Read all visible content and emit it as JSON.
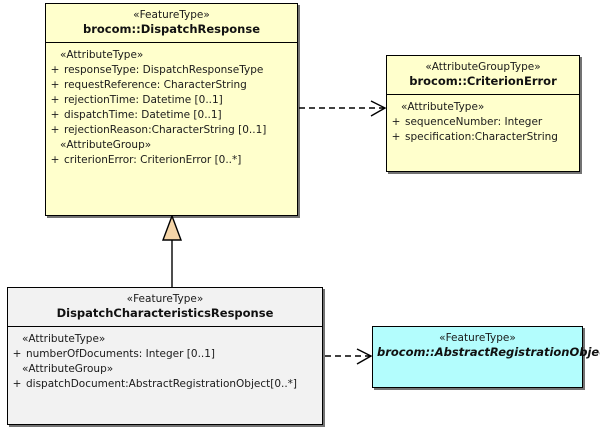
{
  "diagram": {
    "type": "uml-class-diagram",
    "background": "#ffffff",
    "colors": {
      "feature_type_fill": "#ffffcc",
      "attribute_group_type_fill": "#ffffcc",
      "subclass_fill": "#f2f2f2",
      "abstract_fill": "#b3fdfd",
      "border": "#000000",
      "generalization_arrow_fill": "#f5d5a8",
      "line": "#000000"
    }
  },
  "classes": {
    "dispatch_response": {
      "stereotype": "«FeatureType»",
      "name": "brocom::DispatchResponse",
      "sections": [
        {
          "group": "«AttributeType»",
          "attributes": [
            {
              "visibility": "+",
              "text": "responseType: DispatchResponseType"
            },
            {
              "visibility": "+",
              "text": "requestReference: CharacterString"
            },
            {
              "visibility": "+",
              "text": "rejectionTime: Datetime [0..1]"
            },
            {
              "visibility": "+",
              "text": "dispatchTime: Datetime [0..1]"
            },
            {
              "visibility": "+",
              "text": "rejectionReason:CharacterString [0..1]"
            }
          ]
        },
        {
          "group": "«AttributeGroup»",
          "attributes": [
            {
              "visibility": "+",
              "text": "criterionError: CriterionError [0..*]"
            }
          ]
        }
      ]
    },
    "criterion_error": {
      "stereotype": "«AttributeGroupType»",
      "name": "brocom::CriterionError",
      "sections": [
        {
          "group": "«AttributeType»",
          "attributes": [
            {
              "visibility": "+",
              "text": "sequenceNumber: Integer"
            },
            {
              "visibility": "+",
              "text": "specification:CharacterString"
            }
          ]
        }
      ]
    },
    "dispatch_characteristics_response": {
      "stereotype": "«FeatureType»",
      "name": "DispatchCharacteristicsResponse",
      "sections": [
        {
          "group": "«AttributeType»",
          "attributes": [
            {
              "visibility": "+",
              "text": "numberOfDocuments: Integer [0..1]"
            }
          ]
        },
        {
          "group": "«AttributeGroup»",
          "attributes": [
            {
              "visibility": "+",
              "text": "dispatchDocument:AbstractRegistrationObject[0..*]"
            }
          ]
        }
      ]
    },
    "abstract_registration_object": {
      "stereotype": "«FeatureType»",
      "name": "brocom::AbstractRegistrationObject"
    }
  },
  "connectors": [
    {
      "id": "generalization",
      "kind": "generalization",
      "from": "dispatch_characteristics_response",
      "to": "dispatch_response",
      "style": "solid-line-hollow-triangle"
    },
    {
      "id": "dependency-criterion-error",
      "kind": "dependency",
      "from": "dispatch_response",
      "to": "criterion_error",
      "style": "dashed-line-open-arrow"
    },
    {
      "id": "dependency-registration-object",
      "kind": "dependency",
      "from": "dispatch_characteristics_response",
      "to": "abstract_registration_object",
      "style": "dashed-line-open-arrow"
    }
  ]
}
